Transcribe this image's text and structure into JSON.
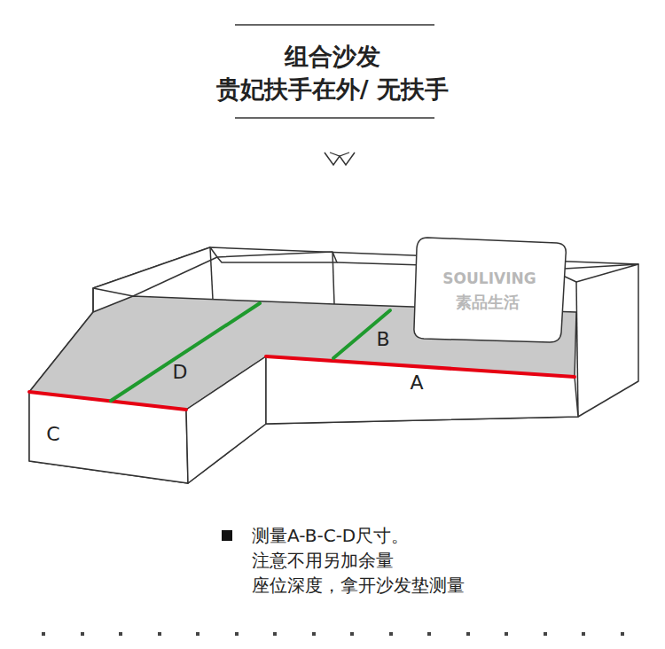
{
  "diagram": {
    "title": "组合沙发",
    "labels": [
      "贵妃扶手在外/ 无扶手",
      "SOULIVING",
      "素品生活",
      "B",
      "D",
      "A",
      "C",
      "测量A-B-C-D尺寸。",
      "注意不用另加余量",
      "座位深度，拿开沙发垫测量"
    ]
  }
}
